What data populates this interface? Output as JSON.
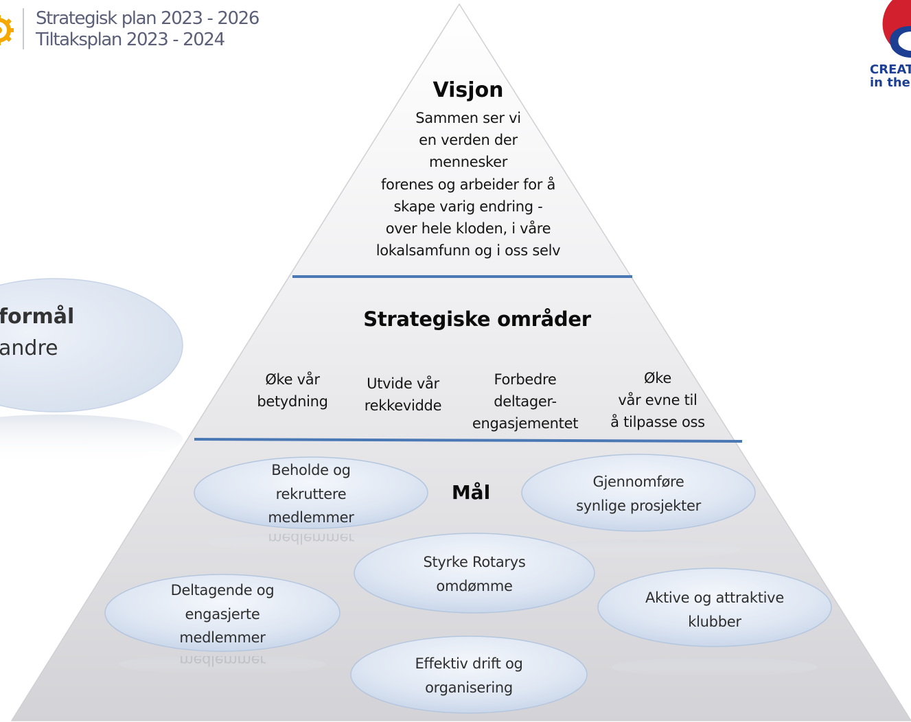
{
  "header": {
    "line1": "Strategisk plan 2023 - 2026",
    "line2": "Tiltaksplan 2023 - 2024"
  },
  "brand": {
    "line1": "CREAT",
    "line2": "in the "
  },
  "left_ellipse": {
    "line1": "formål",
    "line2": "andre"
  },
  "vision": {
    "title": "Visjon",
    "lines": [
      "Sammen ser vi",
      "en verden der",
      "mennesker",
      "forenes  og arbeider for å",
      "skape varig endring -",
      "over hele kloden, i våre",
      "lokalsamfunn og i oss selv"
    ]
  },
  "strategic": {
    "title": "Strategiske områder",
    "items": [
      {
        "lines": [
          "Øke vår",
          "betydning"
        ]
      },
      {
        "lines": [
          "Utvide vår",
          "rekkevidde"
        ]
      },
      {
        "lines": [
          "Forbedre",
          "deltager-",
          "engasjementet"
        ]
      },
      {
        "lines": [
          "Øke",
          "vår evne til",
          "å tilpasse oss"
        ]
      }
    ]
  },
  "goals": {
    "title": "Mål",
    "items": [
      {
        "lines": [
          "Beholde og",
          "rekruttere",
          "medlemmer"
        ]
      },
      {
        "lines": [
          "Gjennomføre",
          "synlige prosjekter"
        ]
      },
      {
        "lines": [
          "Styrke Rotarys",
          "omdømme"
        ]
      },
      {
        "lines": [
          "Deltagende og",
          "engasjerte",
          "medlemmer"
        ]
      },
      {
        "lines": [
          "Aktive og attraktive",
          "klubber"
        ]
      },
      {
        "lines": [
          "Effektiv drift og",
          "organisering"
        ]
      }
    ]
  },
  "colors": {
    "divider": "#4a78b4",
    "ellipse_fill": "#dde6f2",
    "ellipse_stroke": "#b4c6de",
    "header_text": "#5b5f78",
    "brand_blue": "#1c3f94",
    "brand_red": "#d2202f",
    "logo_gold": "#f5a800"
  }
}
